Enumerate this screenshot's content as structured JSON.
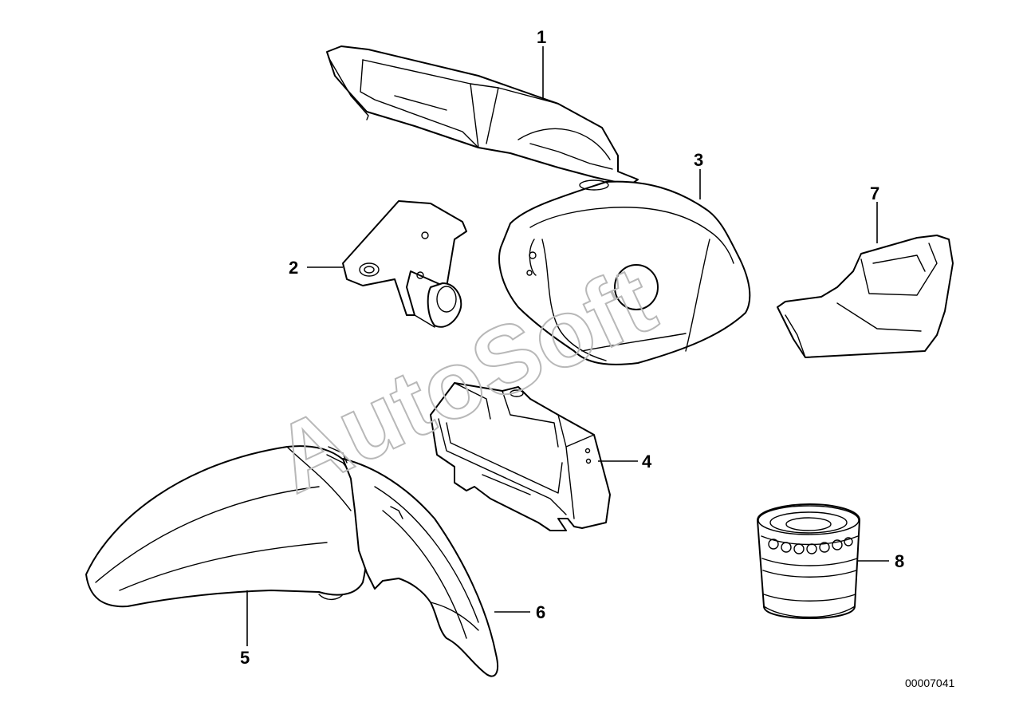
{
  "watermark": "AutoSoft",
  "document_number": "00007041",
  "callouts": [
    {
      "label": "1"
    },
    {
      "label": "2"
    },
    {
      "label": "3"
    },
    {
      "label": "4"
    },
    {
      "label": "5"
    },
    {
      "label": "6"
    },
    {
      "label": "7"
    },
    {
      "label": "8"
    }
  ],
  "colors": {
    "line": "#000000",
    "background": "#ffffff",
    "watermark": "#b8b8b8"
  }
}
